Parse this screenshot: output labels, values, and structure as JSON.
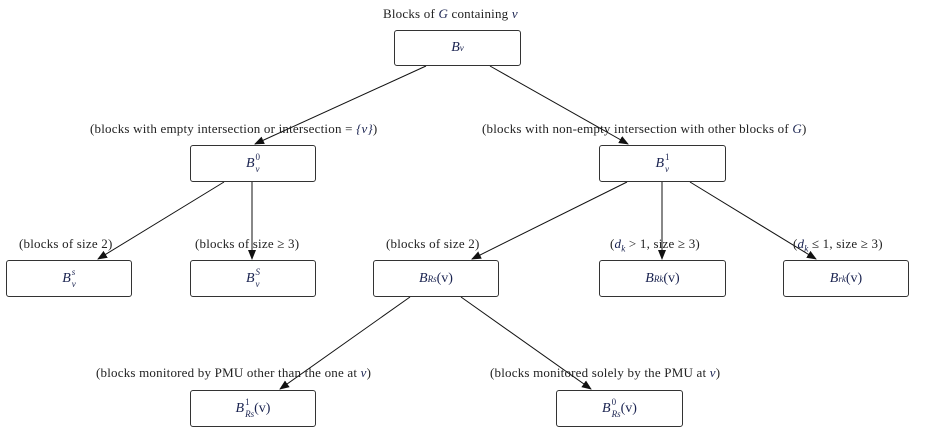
{
  "title": "Blocks of G containing v",
  "nodes": {
    "root": {
      "base": "B",
      "sub": "v",
      "sup": "",
      "arg": ""
    },
    "b0": {
      "base": "B",
      "sub": "v",
      "sup": "0",
      "arg": ""
    },
    "b1": {
      "base": "B",
      "sub": "v",
      "sup": "1",
      "arg": ""
    },
    "bs": {
      "base": "B",
      "sub": "v",
      "sup": "s",
      "arg": ""
    },
    "bS": {
      "base": "B",
      "sub": "v",
      "sup": "S",
      "arg": ""
    },
    "bRs": {
      "base": "B",
      "sub": "Rs",
      "sup": "",
      "arg": "(v)"
    },
    "bRk": {
      "base": "B",
      "sub": "Rk",
      "sup": "",
      "arg": "(v)"
    },
    "brk": {
      "base": "B",
      "sub": "rk",
      "sup": "",
      "arg": "(v)"
    },
    "bRs1": {
      "base": "B",
      "sub": "Rs",
      "sup": "1",
      "arg": "(v)"
    },
    "bRs0": {
      "base": "B",
      "sub": "Rs",
      "sup": "0",
      "arg": "(v)"
    }
  },
  "labels": {
    "title": "Blocks of G containing v",
    "b0": "(blocks with empty intersection or intersection = {v})",
    "b1": "(blocks with non-empty intersection with other blocks of G)",
    "bs": "(blocks of size 2)",
    "bS": "(blocks of size ≥ 3)",
    "bRs": "(blocks of size 2)",
    "bRk": "(dk > 1, size ≥ 3)",
    "brk": "(dk ≤ 1, size ≥ 3)",
    "bRs1": "(blocks monitored by PMU other than the one at v)",
    "bRs0": "(blocks monitored solely by the PMU at v)"
  },
  "label_parts": {
    "title": {
      "a": "Blocks of ",
      "m1": "G",
      "b": " containing ",
      "m2": "v"
    },
    "b0": {
      "a": "(blocks with empty intersection or intersection = ",
      "m": "{v}",
      "b": ")"
    },
    "b1": {
      "a": "(blocks with non-empty intersection with other blocks of ",
      "m": "G",
      "b": ")"
    },
    "bRk": {
      "m": "d",
      "msub": "k",
      "a": " > 1, size ≥ 3)"
    },
    "brk": {
      "m": "d",
      "msub": "k",
      "a": " ≤ 1, size ≥ 3)"
    },
    "bRs1": {
      "a": "(blocks monitored by PMU other than the one at ",
      "m": "v",
      "b": ")"
    },
    "bRs0": {
      "a": "(blocks monitored solely by the PMU at ",
      "m": "v",
      "b": ")"
    }
  },
  "edges": [
    {
      "from": "root",
      "to": "b0"
    },
    {
      "from": "root",
      "to": "b1"
    },
    {
      "from": "b0",
      "to": "bs"
    },
    {
      "from": "b0",
      "to": "bS"
    },
    {
      "from": "b1",
      "to": "bRs"
    },
    {
      "from": "b1",
      "to": "bRk"
    },
    {
      "from": "b1",
      "to": "brk"
    },
    {
      "from": "bRs",
      "to": "bRs1"
    },
    {
      "from": "bRs",
      "to": "bRs0"
    }
  ],
  "colors": {
    "math": "#1a2350",
    "stroke": "#111111"
  }
}
